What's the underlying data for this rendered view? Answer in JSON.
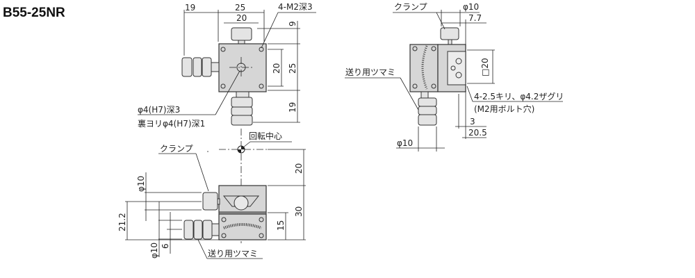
{
  "title": "B55-25NR",
  "top_view": {
    "dim_19_left": "19",
    "dim_25_width": "25",
    "dim_20_width": "20",
    "hole_note": "4-M2深3",
    "dim_9": "9",
    "dim_20_height": "20",
    "dim_25_height": "25",
    "dim_19_bottom": "19",
    "center_hole_note_1": "φ4(H7)深3",
    "center_hole_note_2": "裏ヨリφ4(H7)深1"
  },
  "front_view": {
    "rotation_center": "回転中心",
    "clamp_label": "クランプ",
    "feed_knob_label": "送り用ツマミ",
    "dim_20": "20",
    "dim_30": "30",
    "dim_15": "15",
    "dim_phi10_clamp": "φ10",
    "dim_21_2": "21.2",
    "dim_6": "6",
    "dim_phi10_knob": "φ10"
  },
  "side_view": {
    "clamp_label": "クランプ",
    "dim_phi10_top": "φ10",
    "dim_7_7": "7.7",
    "dim_square20": "□20",
    "feed_knob_label": "送り用ツマミ",
    "hole_note_1": "4-2.5キリ、φ4.2ザグリ",
    "hole_note_2": "(M2用ボルト穴)",
    "dim_3": "3",
    "dim_20_5": "20.5",
    "dim_phi10_bottom": "φ10"
  }
}
